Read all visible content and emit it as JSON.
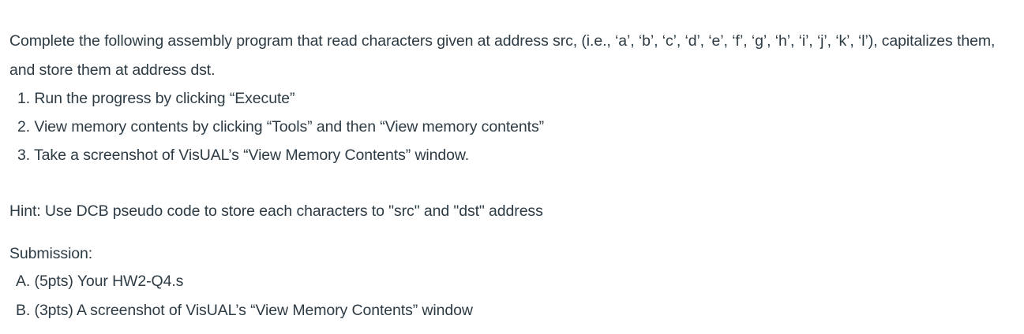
{
  "document": {
    "intro_paragraph": "Complete the following assembly program that read characters given at address src, (i.e., ‘a’, ‘b’, ‘c’, ‘d’, ‘e’, ‘f’, ‘g’, ‘h’, ‘i’, ‘j’, ‘k’, ‘l’), capitalizes them, and store them at address dst.",
    "steps": [
      {
        "marker": "1.",
        "text": "Run the progress by clicking “Execute”"
      },
      {
        "marker": "2.",
        "text": "View memory contents by clicking “Tools” and then “View memory contents”"
      },
      {
        "marker": "3.",
        "text": "Take a screenshot of VisUAL’s “View Memory Contents” window."
      }
    ],
    "hint": "Hint: Use DCB pseudo code to store each characters to \"src\" and \"dst\" address",
    "submission_label": "Submission:",
    "submission_items": [
      {
        "marker": "A.",
        "text": "(5pts) Your HW2-Q4.s"
      },
      {
        "marker": "B.",
        "text": "(3pts) A screenshot of VisUAL’s “View Memory Contents” window"
      }
    ]
  },
  "colors": {
    "text": "#2d3b45",
    "background": "#ffffff"
  }
}
